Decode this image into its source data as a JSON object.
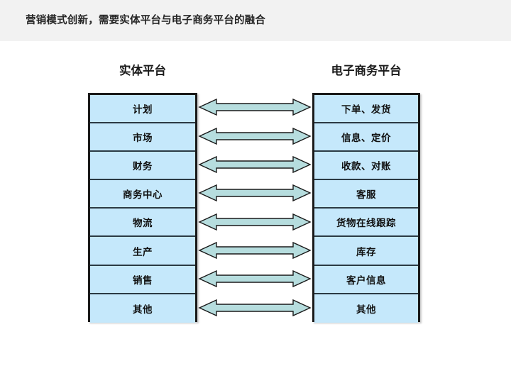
{
  "header": {
    "title": "营销模式创新，需要实体平台与电子商务平台的融合",
    "band_color": "#f2f2f2"
  },
  "diagram": {
    "left_column": {
      "heading": "实体平台",
      "items": [
        "计划",
        "市场",
        "财务",
        "商务中心",
        "物流",
        "生产",
        "销售",
        "其他"
      ]
    },
    "right_column": {
      "heading": "电子商务平台",
      "items": [
        "下单、发货",
        "信息、定价",
        "收款、对账",
        "客服",
        "货物在线跟踪",
        "库存",
        "客户信息",
        "其他"
      ]
    },
    "connectors": {
      "icon": "double-arrow-icon",
      "count": 8,
      "fill_color": "#b6ddde",
      "stroke_color": "#1a1a1a"
    },
    "cell_fill_color": "#c5e8fb",
    "cell_border_color": "#2b3a44",
    "table_border_color": "#1a1a1a"
  }
}
